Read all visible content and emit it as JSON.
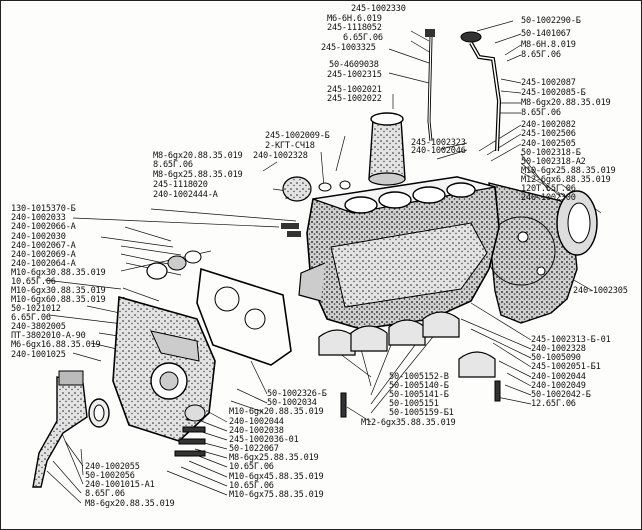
{
  "labels": {
    "l_2451002330": "245-1002330",
    "l_m6_6n": "М6-6Н.6.019",
    "l_2451118052": "245-1118052",
    "l_65g06_a": "6.65Г.06",
    "l_2451003325": "245-1003325",
    "l_504609038": "50-4609038",
    "l_2451002315": "245-1002315",
    "l_2451002021": "245-1002021",
    "l_2451002022": "245-1002022",
    "l_2451002009b": "245-1002009-Б",
    "l_2kgt": "2-КГТ-СЧ18",
    "l_m8_20_a": "М8-6gx20.88.35.019",
    "l_2401002328_a": "240-1002328",
    "l_865g06_a": "8.65Г.06",
    "l_m8_25_a": "М8-6gx25.88.35.019",
    "l_2451118020": "245-1118020",
    "l_2401002444a": "240-1002444-А",
    "l_1301015370b": "130-1015370-Б",
    "l_2401002033": "240-1002033",
    "l_2401002066a": "240-1002066-А",
    "l_2401002030": "240-1002030",
    "l_2401002067a": "240-1002067-А",
    "l_2401002069a": "240-1002069-А",
    "l_2401002064a": "240-1002064-А",
    "l_m10_30_a": "М10-6gx30.88.35.019",
    "l_1065g06_a": "10.65Г.06",
    "l_m10_30_b": "М10-6gx30.88.35.019",
    "l_m10_60": "М10-6gx60.88.35.019",
    "l_501021012": "50-1021012",
    "l_665g06_b": "6.65Г.06",
    "l_2403802005": "240-3802005",
    "l_pt": "ПТ-3802010-А-90",
    "l_m6_16": "М6-6gx16.88.35.019",
    "l_2401001025": "240-1001025",
    "l_501002290b": "50-1002290-Б",
    "l_501401067": "50-1401067",
    "l_m8_6n": "М8-6Н.8.019",
    "l_865g06_b": "8.65Г.06",
    "l_2451002087": "245-1002087",
    "l_2451002085b": "245-1002085-Б",
    "l_m8_20_b": "М8-6gx20.88.35.019",
    "l_865g06_c": "8.65Г.06",
    "l_2401002082": "240-1002082",
    "l_2451002506": "245-1002506",
    "l_2451002323": "245-1002323",
    "l_2401002505": "240-1002505",
    "l_2401002046": "240-1002046",
    "l_501002318b": "50-1002318-Б",
    "l_501002318a2": "50-1002318-А2",
    "l_m10_25": "М10-6gx25.88.35.019",
    "l_m12_6": "М12-6gx6.88.35.019",
    "l_120t65g06": "120Т.65Г.06",
    "l_2401002300": "240-1002300",
    "l_2401002305": "240-1002305",
    "l_2451002313b01": "245-1002313-Б-01",
    "l_2401002328_b": "240-1002328",
    "l_501005090": "50-1005090",
    "l_2451002051b1": "245-1002051-Б1",
    "l_2401002044_r": "240-1002044",
    "l_2401002049": "240-1002049",
    "l_501002042b": "50-1002042-Б",
    "l_1265g06": "12.65Г.06",
    "l_501005152b": "50-1005152-В",
    "l_501005140b": "50-1005140-Б",
    "l_501005141b": "50-1005141-Б",
    "l_501005151": "50-1005151",
    "l_501005159b1": "50-1005159-Б1",
    "l_m12_35": "М12-6gx35.88.35.019",
    "l_501002326b": "50-1002326-Б",
    "l_501002034": "50-1002034",
    "l_m10_20": "М10-6gx20.88.35.019",
    "l_2401002044_b": "240-1002044",
    "l_2401002038": "240-1002038",
    "l_2451002036_01": "245-1002036-01",
    "l_501022067": "50-1022067",
    "l_m8_25_b": "М8-6gx25.88.35.019",
    "l_1065g06_b": "10.65Г.06",
    "l_m10_45": "М10-6gx45.88.35.019",
    "l_1065g06_c": "10.65Г.06",
    "l_m10_75": "М10-6gx75.88.35.019",
    "l_2401002055": "240-1002055",
    "l_501002056": "50-1002056",
    "l_2401001015a1": "240-1001015-А1",
    "l_865g06_d": "8.65Г.06",
    "l_m8_20_c": "М8-6gx20.88.35.019"
  }
}
